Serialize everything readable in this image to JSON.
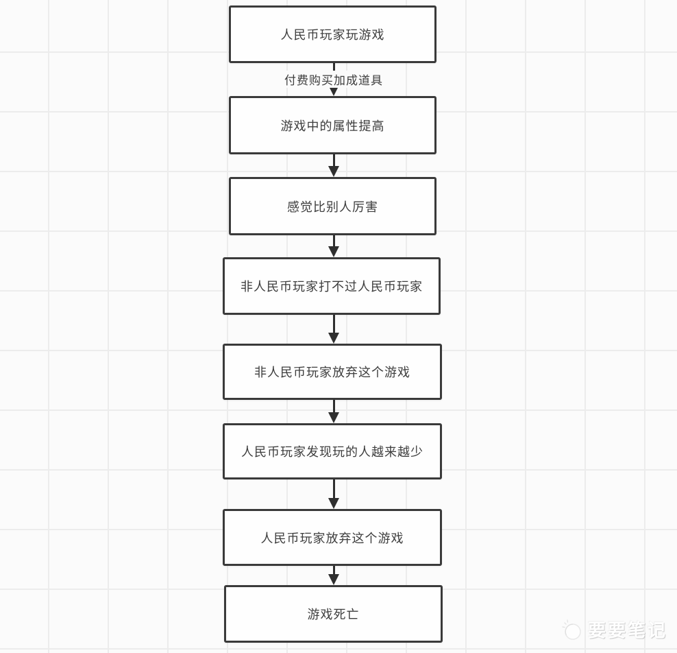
{
  "colors": {
    "background": "#fbfbfb",
    "grid_line": "#ececec",
    "node_fill": "#fefefe",
    "node_border": "#3a3a3a",
    "node_text": "#3d3d3d",
    "arrow": "#2f2f2f",
    "watermark_text": "#ffffff"
  },
  "diagram": {
    "type": "flowchart",
    "direction": "top-down",
    "nodes": [
      {
        "label": "人民币玩家玩游戏"
      },
      {
        "label": "游戏中的属性提高"
      },
      {
        "label": "感觉比别人厉害"
      },
      {
        "label": "非人民币玩家打不过人民币玩家"
      },
      {
        "label": "非人民币玩家放弃这个游戏"
      },
      {
        "label": "人民币玩家发现玩的人越来越少"
      },
      {
        "label": "人民币玩家放弃这个游戏"
      },
      {
        "label": "游戏死亡"
      }
    ],
    "edges": [
      {
        "from": 0,
        "to": 1,
        "label": "付费购买加成道具"
      },
      {
        "from": 1,
        "to": 2,
        "label": ""
      },
      {
        "from": 2,
        "to": 3,
        "label": ""
      },
      {
        "from": 3,
        "to": 4,
        "label": ""
      },
      {
        "from": 4,
        "to": 5,
        "label": ""
      },
      {
        "from": 5,
        "to": 6,
        "label": ""
      },
      {
        "from": 6,
        "to": 7,
        "label": ""
      }
    ]
  },
  "watermark": {
    "icon": "moon-sparkle-icon",
    "text": "要要笔记"
  }
}
